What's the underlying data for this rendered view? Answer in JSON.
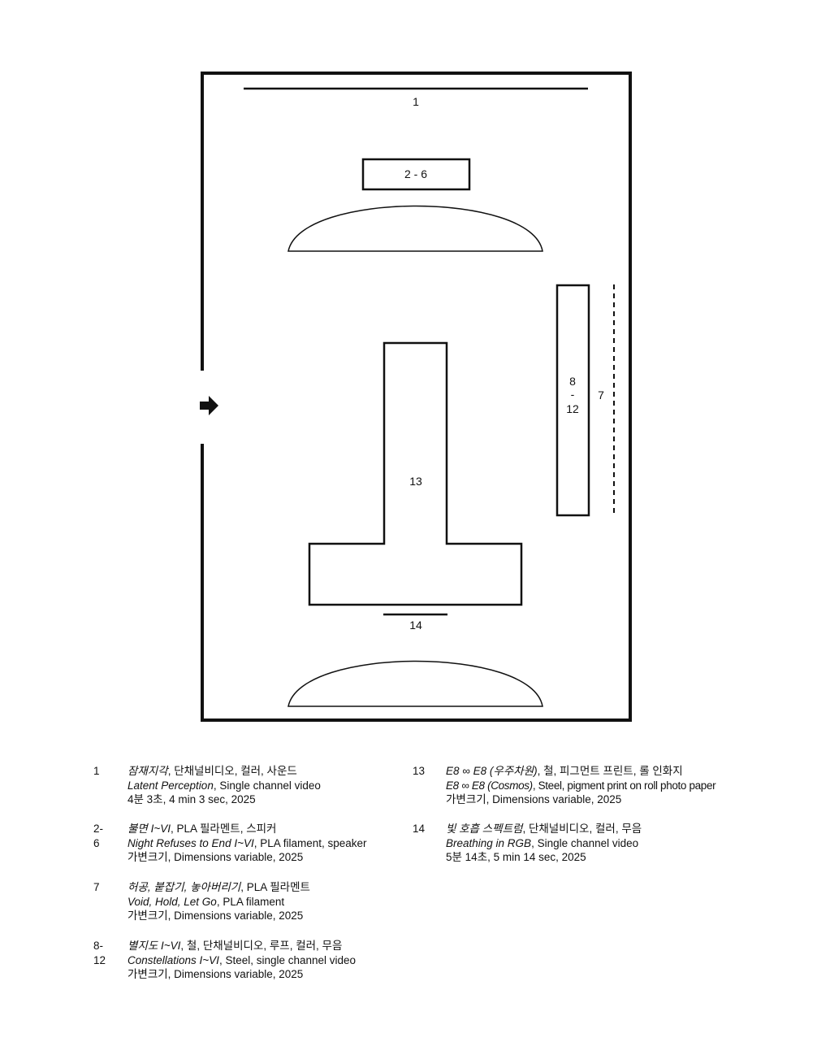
{
  "plan": {
    "labels": {
      "l1": "1",
      "l2_6": "2 - 6",
      "l8": "8",
      "l_dash": "-",
      "l12": "12",
      "l7": "7",
      "l13": "13",
      "l14": "14"
    }
  },
  "legend": [
    {
      "num": "1",
      "title_ko": "잠재지각",
      "rest_ko": ", 단채널비디오, 컬러, 사운드",
      "title_en": "Latent Perception",
      "rest_en": ", Single channel video",
      "meta": "4분 3초, 4 min 3 sec, 2025"
    },
    {
      "num": "2-6",
      "title_ko": "불면 I~VI",
      "rest_ko": ", PLA 필라멘트, 스피커",
      "title_en": "Night Refuses to End I~VI",
      "rest_en": ", PLA filament, speaker",
      "meta": "가변크기, Dimensions variable, 2025"
    },
    {
      "num": "7",
      "title_ko": "허공, 붙잡기, 놓아버리기",
      "rest_ko": ", PLA 필라멘트",
      "title_en": "Void, Hold, Let Go",
      "rest_en": ", PLA filament",
      "meta": "가변크기, Dimensions variable, 2025"
    },
    {
      "num": "8-12",
      "title_ko": "별지도 I~VI",
      "rest_ko": ", 철, 단채널비디오, 루프, 컬러, 무음",
      "title_en": "Constellations I~VI",
      "rest_en": ", Steel, single channel video",
      "meta": "가변크기, Dimensions variable, 2025"
    },
    {
      "num": "13",
      "title_ko": "E8 ∞ E8 (우주차원)",
      "rest_ko": ", 철, 피그먼트 프린트, 롤 인화지",
      "title_en": "E8 ∞ E8 (Cosmos)",
      "rest_en": ", Steel, pigment print on roll photo paper",
      "meta": "가변크기, Dimensions variable, 2025"
    },
    {
      "num": "14",
      "title_ko": "빛 호흡 스펙트럼",
      "rest_ko": ", 단채널비디오, 컬러, 무음",
      "title_en": "Breathing in RGB",
      "rest_en": ", Single channel video",
      "meta": "5분 14초, 5 min 14 sec, 2025"
    }
  ]
}
